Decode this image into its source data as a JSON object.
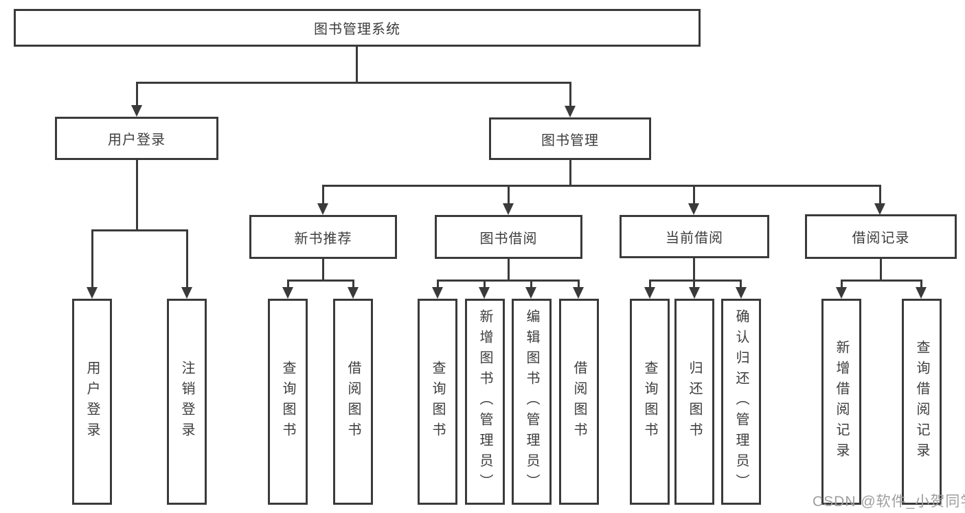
{
  "colors": {
    "line": "#3a3a3a",
    "node_text": "#3d3d3d",
    "watermark_text": "#9e9e9e",
    "background": "#ffffff"
  },
  "tree": {
    "root": "图书管理系统",
    "branches": [
      {
        "label": "用户登录",
        "leaves": [
          "用户登录",
          "注销登录"
        ]
      },
      {
        "label": "图书管理",
        "sections": [
          {
            "label": "新书推荐",
            "leaves": [
              "查询图书",
              "借阅图书"
            ]
          },
          {
            "label": "图书借阅",
            "leaves": [
              "查询图书",
              "新增图书（管理员）",
              "编辑图书（管理员）",
              "借阅图书"
            ]
          },
          {
            "label": "当前借阅",
            "leaves": [
              "查询图书",
              "归还图书",
              "确认归还（管理员）"
            ]
          },
          {
            "label": "借阅记录",
            "leaves": [
              "新增借阅记录",
              "查询借阅记录"
            ]
          }
        ]
      }
    ]
  },
  "watermark": "CSDN @软件_小贺同学"
}
